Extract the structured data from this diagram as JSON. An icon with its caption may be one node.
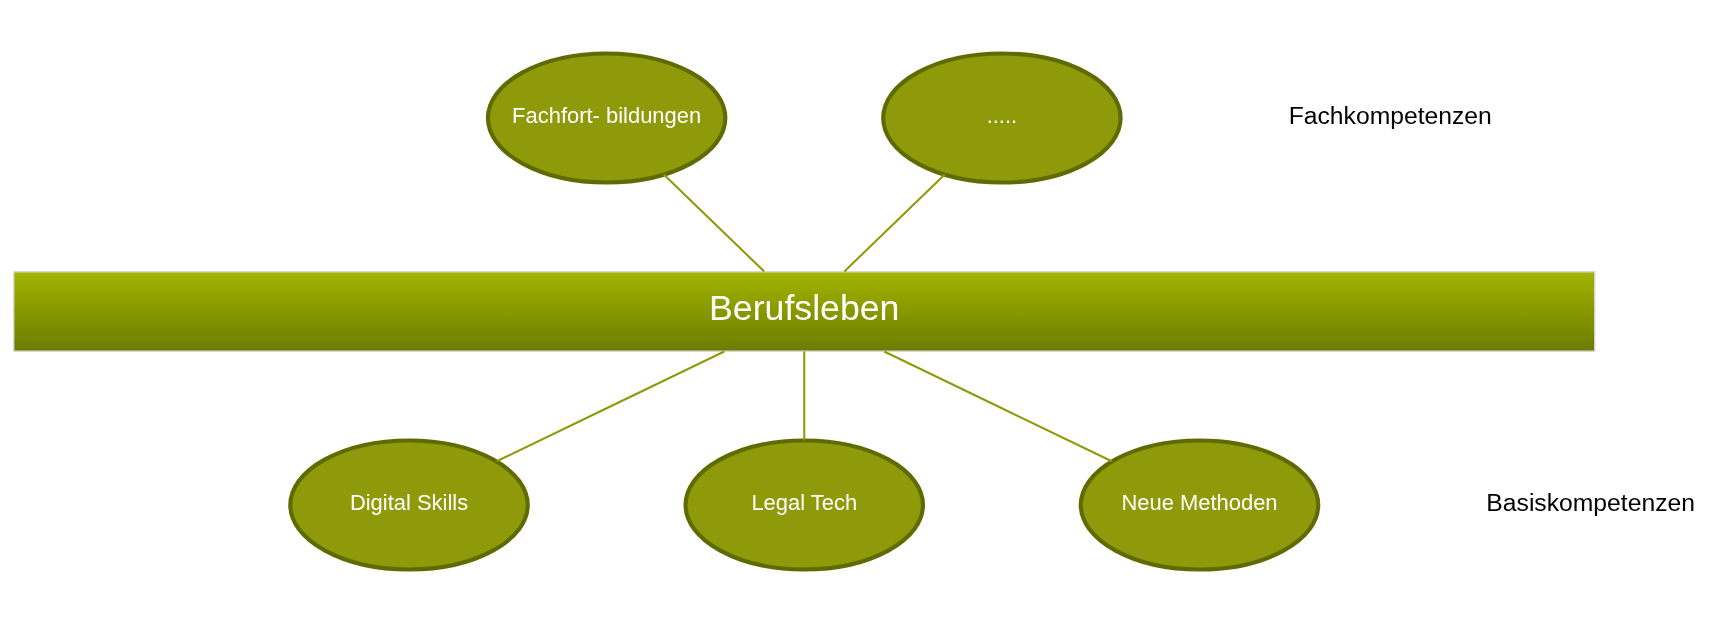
{
  "diagram": {
    "nodes": [
      {
        "text": [
          "Berufsleben"
        ]
      },
      {
        "text": [
          "Fachfort- bildungen"
        ]
      },
      {
        "text": [
          "....."
        ]
      },
      {
        "text": [
          "Digital Skills"
        ]
      },
      {
        "text": [
          "Legal Tech"
        ]
      },
      {
        "text": [
          "Neue Methoden"
        ]
      }
    ],
    "edges": [
      {
        "from": 1,
        "to": 0,
        "arrow": "none"
      },
      {
        "from": 2,
        "to": 0,
        "arrow": "none"
      },
      {
        "from": 0,
        "to": 3,
        "arrow": "none"
      },
      {
        "from": 0,
        "to": 4,
        "arrow": "none"
      },
      {
        "from": 0,
        "to": 5,
        "arrow": "none"
      }
    ],
    "labels": [
      "Fachkompetenzen",
      "Basiskompetenzen"
    ]
  }
}
